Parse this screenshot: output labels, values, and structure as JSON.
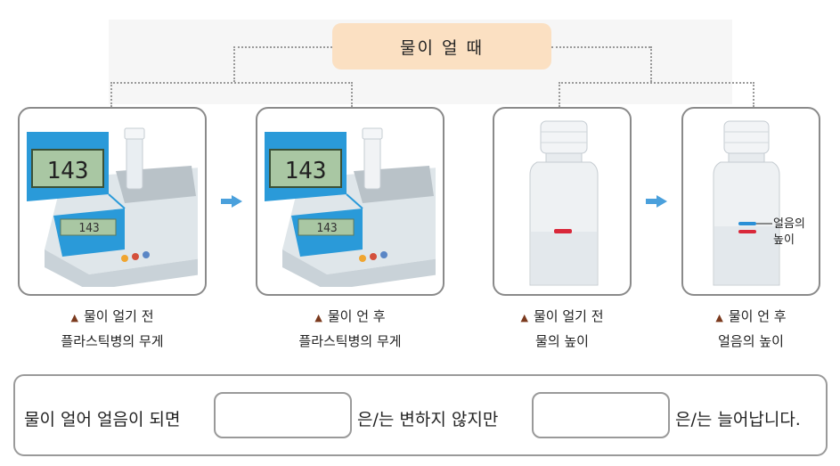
{
  "title": "물이 얼 때",
  "panels": [
    {
      "line1": "물이 얼기 전",
      "line2": "플라스틱병의 무게",
      "scale_reading": "143"
    },
    {
      "line1": "물이 언 후",
      "line2": "플라스틱병의 무게",
      "scale_reading": "143"
    },
    {
      "line1": "물이 얼기 전",
      "line2": "물의 높이"
    },
    {
      "line1": "물이 언 후",
      "line2": "얼음의 높이",
      "annotation_l1": "얼음의",
      "annotation_l2": "높이"
    }
  ],
  "marker": "▲",
  "sentence": {
    "part1": "물이 얼어 얼음이 되면",
    "part2": "은/는 변하지 않지만",
    "part3": "은/는 늘어납니다.",
    "blank1": "",
    "blank2": ""
  },
  "colors": {
    "title_bg": "#fbe0c2",
    "arrow": "#4aa0dc",
    "water_line": "#d9283a",
    "ice_line": "#2a8fd6",
    "marker": "#7b3a1e"
  }
}
